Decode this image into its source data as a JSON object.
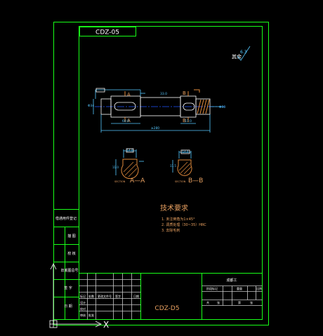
{
  "drawing": {
    "code_top": "CDZ-05",
    "code_title_block": "CDZ-D5",
    "roughness_label": "其余",
    "roughness_value": "6.3",
    "section_a_label": "A—A",
    "section_b_label": "B—B",
    "section_prefix": "SECTION",
    "section_a_marker": "A",
    "section_b_marker": "B",
    "tech_title": "技术要求",
    "tech_items": [
      "1. 未注倒角为1×45°",
      "2. 调质处理（30~35）HRC",
      "3. 去除毛刺"
    ]
  },
  "dimensions": {
    "shaft_overall": "≥280",
    "key_a_depth": "11.0",
    "key_a_width": "14.0",
    "key_b_depth": "11.5",
    "key_b_width": "14.0",
    "misc": [
      "Φ34",
      "Φ35",
      "Φ40",
      "Φ30",
      "60.0",
      "57.0",
      "33.0",
      "7.0",
      "4.0"
    ]
  },
  "side_panel": {
    "rows": [
      "借通用件登记",
      "描 图",
      "校 核",
      "旧底图总号",
      "签 字",
      "日 期"
    ]
  },
  "title_block": {
    "cells": [
      "标记",
      "处数",
      "更改文件号",
      "签字",
      "日期",
      "设计",
      "校对",
      "审核",
      "批准",
      "阶段标记",
      "重量",
      "比例",
      "共",
      "张",
      "第",
      "张",
      "成都工"
    ],
    "company": "成都工"
  },
  "ucs_label": "X",
  "colors": {
    "frame": "#18ff18",
    "outline": "#ffffff",
    "dimension": "#57c8ff",
    "centerline": "#2255ff",
    "section": "#e08a3c",
    "background": "#000000"
  }
}
